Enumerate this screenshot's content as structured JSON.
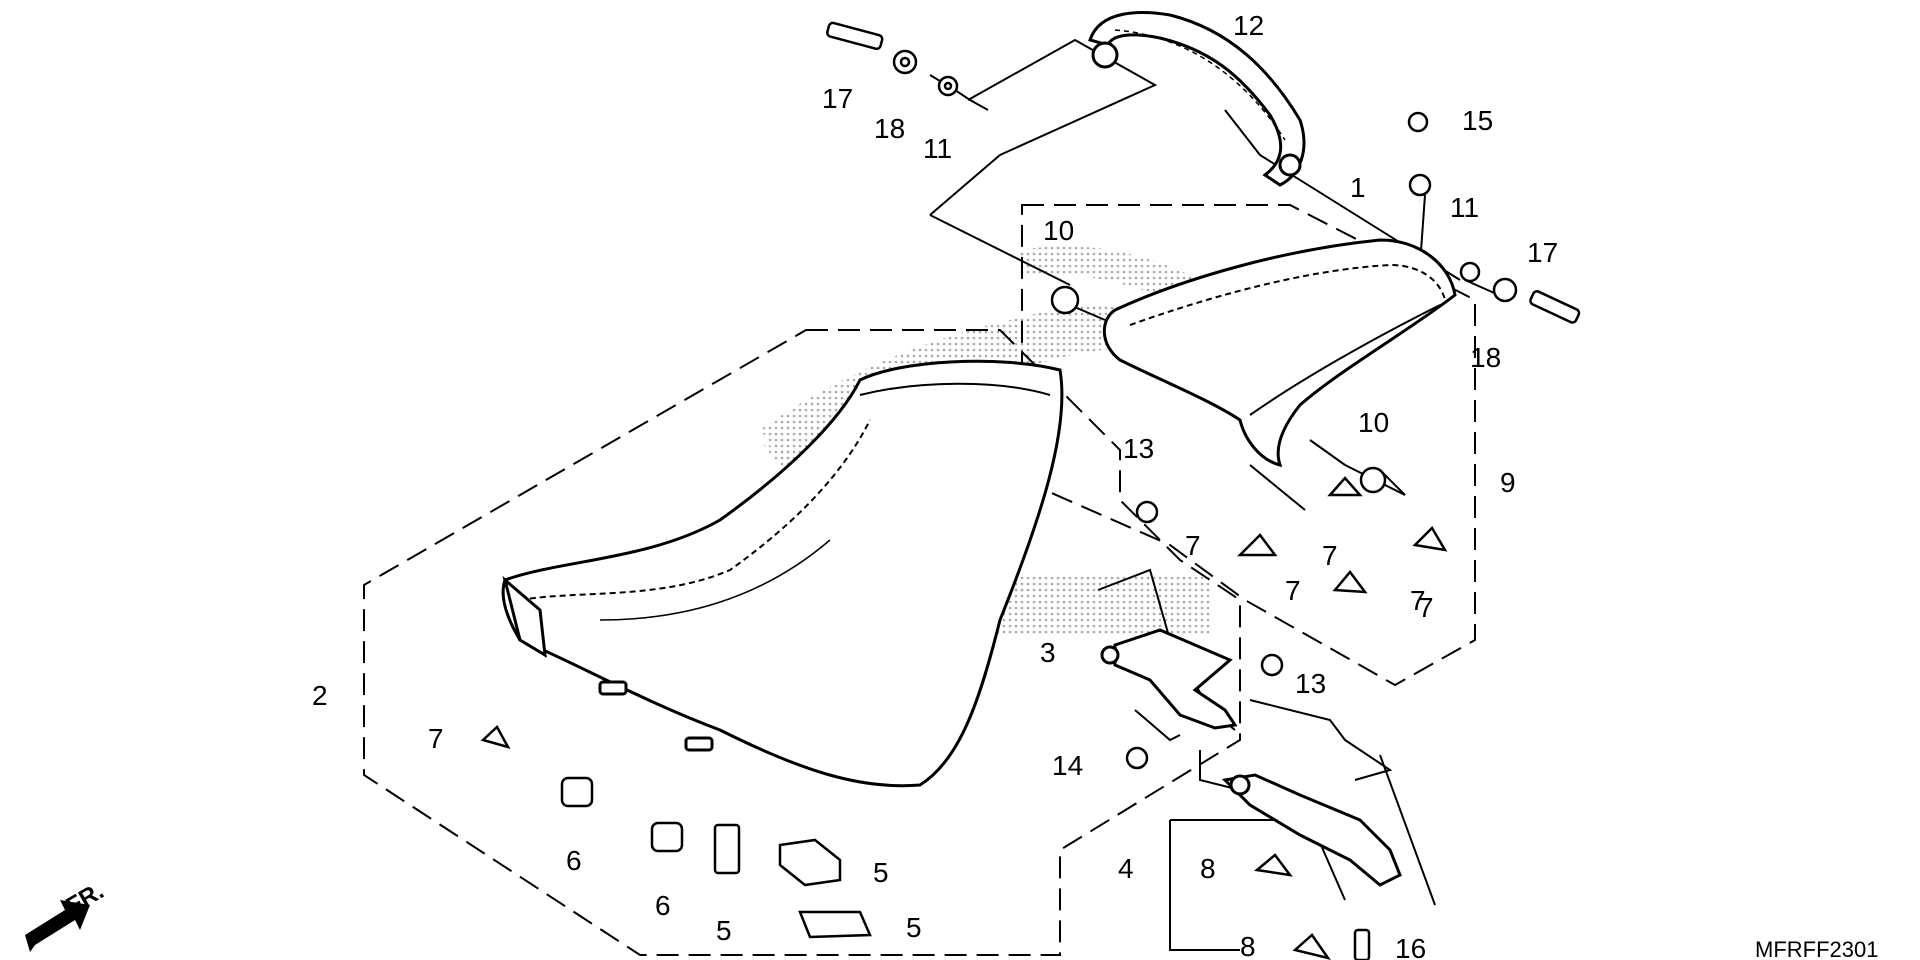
{
  "diagram": {
    "code": "MFRFF2301",
    "direction_label": "FR.",
    "colors": {
      "line": "#000000",
      "background": "#ffffff",
      "watermark": "#bfbfbf"
    },
    "labels": [
      "1",
      "2",
      "3",
      "4",
      "5",
      "5",
      "5",
      "6",
      "6",
      "7",
      "7",
      "7",
      "7",
      "7",
      "7",
      "8",
      "8",
      "9",
      "10",
      "10",
      "11",
      "11",
      "12",
      "13",
      "13",
      "14",
      "15",
      "16",
      "17",
      "17",
      "18",
      "18"
    ]
  }
}
